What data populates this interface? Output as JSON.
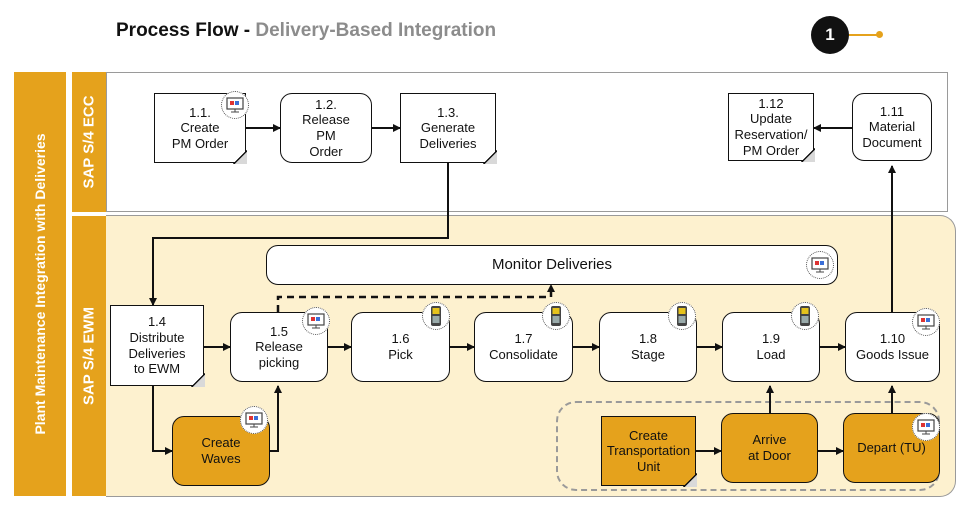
{
  "header": {
    "title_main": "Process Flow",
    "title_sep": " - ",
    "title_sub": "Delivery-Based Integration",
    "step_badge": "1"
  },
  "lanes": {
    "outer": "Plant Maintenance Integration with Deliveries",
    "ecc": "SAP S/4 ECC",
    "ewm": "SAP S/4 EWM"
  },
  "steps": {
    "s1_1": "1.1.\nCreate\nPM Order",
    "s1_2": "1.2.\nRelease\nPM\nOrder",
    "s1_3": "1.3.\nGenerate\nDeliveries",
    "s1_12": "1.12\nUpdate\nReservation/\nPM Order",
    "s1_11": "1.11\nMaterial\nDocument",
    "monitor": "Monitor Deliveries",
    "s1_4": "1.4\nDistribute\nDeliveries\nto EWM",
    "s1_5": "1.5\nRelease\npicking",
    "s1_6": "1.6\nPick",
    "s1_7": "1.7\nConsolidate",
    "s1_8": "1.8\nStage",
    "s1_9": "1.9\nLoad",
    "s1_10": "1.10\nGoods Issue",
    "waves": "Create\nWaves",
    "create_tu": "Create\nTransportation\nUnit",
    "arrive": "Arrive\nat Door",
    "depart": "Depart (TU)"
  },
  "icons": {
    "desktop": "desktop-monitor-icon",
    "scanner": "rf-scanner-icon"
  },
  "colors": {
    "accent": "#e5a21c",
    "lane_fill": "#fdf1cf",
    "badge": "#111111",
    "subtitle": "#8c8c8c"
  }
}
